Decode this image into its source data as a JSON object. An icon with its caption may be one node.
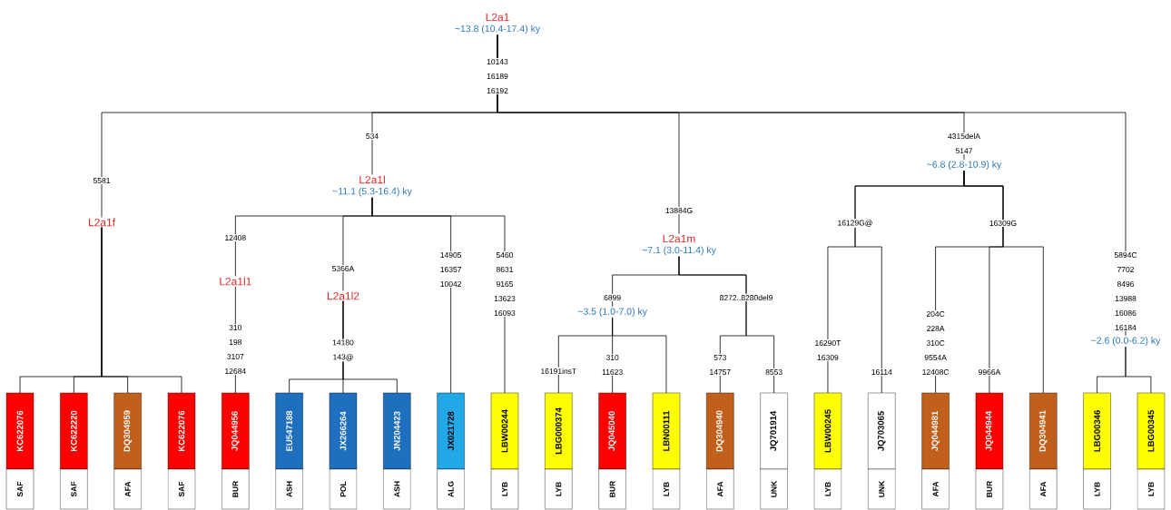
{
  "diagram": {
    "nodes": [
      {
        "text": [
          "L2a1",
          "~13.8 (10.4-17.4) ky"
        ]
      },
      {
        "text": [
          "L2a1l",
          "~11.1 (5.3-16.4) ky"
        ]
      },
      {
        "text": [
          "~6.8 (2.8-10.9) ky"
        ]
      },
      {
        "text": [
          "L2a1f"
        ]
      },
      {
        "text": [
          "L2a1m",
          "~7.1 (3.0-11.4) ky"
        ]
      },
      {
        "text": [
          "L2a1l1"
        ]
      },
      {
        "text": [
          "L2a1l2"
        ]
      },
      {
        "text": [
          "~3.5 (1.0-7.0) ky"
        ]
      },
      {
        "text": [
          "~2.6 (0.0-6.2) ky"
        ]
      },
      {
        "text": [
          "KC622076",
          "SAF"
        ]
      },
      {
        "text": [
          "KC622220",
          "SAF"
        ]
      },
      {
        "text": [
          "DQ304959",
          "AFA"
        ]
      },
      {
        "text": [
          "KC622076",
          "SAF"
        ]
      },
      {
        "text": [
          "JQ044956",
          "BUR"
        ]
      },
      {
        "text": [
          "EU547188",
          "ASH"
        ]
      },
      {
        "text": [
          "JX266264",
          "POL"
        ]
      },
      {
        "text": [
          "JN204423",
          "ASH"
        ]
      },
      {
        "text": [
          "JX021728",
          "ALG"
        ]
      },
      {
        "text": [
          "LBW00244",
          "LYB"
        ]
      },
      {
        "text": [
          "LBG000374",
          "LYB"
        ]
      },
      {
        "text": [
          "JQ045040",
          "BUR"
        ]
      },
      {
        "text": [
          "LBN00111",
          "LYB"
        ]
      },
      {
        "text": [
          "DQ304940",
          "AFA"
        ]
      },
      {
        "text": [
          "JQ701914",
          "UNK"
        ]
      },
      {
        "text": [
          "LBW00245",
          "LYB"
        ]
      },
      {
        "text": [
          "JQ703065",
          "UNK"
        ]
      },
      {
        "text": [
          "JQ044981",
          "AFA"
        ]
      },
      {
        "text": [
          "JQ044944",
          "BUR"
        ]
      },
      {
        "text": [
          "DQ304941",
          "AFA"
        ]
      },
      {
        "text": [
          "LBG00346",
          "LYB"
        ]
      },
      {
        "text": [
          "LBG00345",
          "LYB"
        ]
      }
    ],
    "edges": [
      {
        "from": 0,
        "to": 3,
        "arrow": "none",
        "label": "5581"
      },
      {
        "from": 0,
        "to": 1,
        "arrow": "none",
        "label": "534"
      },
      {
        "from": 0,
        "to": 4,
        "arrow": "none",
        "label": "13884G"
      },
      {
        "from": 0,
        "to": 2,
        "arrow": "none",
        "label": "4315delA 5147"
      },
      {
        "from": 0,
        "to": 8,
        "arrow": "none",
        "label": "5894C 7702 8496 13988 16086 16184"
      },
      {
        "from": 3,
        "to": 9,
        "arrow": "none"
      },
      {
        "from": 3,
        "to": 10,
        "arrow": "none"
      },
      {
        "from": 3,
        "to": 11,
        "arrow": "none"
      },
      {
        "from": 3,
        "to": 12,
        "arrow": "none"
      },
      {
        "from": 1,
        "to": 5,
        "arrow": "none",
        "label": "12408"
      },
      {
        "from": 5,
        "to": 13,
        "arrow": "none",
        "label": "310 198 3107 12684"
      },
      {
        "from": 1,
        "to": 6,
        "arrow": "none",
        "label": "5366A"
      },
      {
        "from": 6,
        "to": 14,
        "arrow": "none"
      },
      {
        "from": 6,
        "to": 15,
        "arrow": "none",
        "label": "14180 143@"
      },
      {
        "from": 6,
        "to": 16,
        "arrow": "none"
      },
      {
        "from": 1,
        "to": 17,
        "arrow": "none",
        "label": "14905 16357 10042"
      },
      {
        "from": 1,
        "to": 18,
        "arrow": "none",
        "label": "5460 8631 9165 13623 16093"
      },
      {
        "from": 4,
        "to": 7,
        "arrow": "none",
        "label": "6899"
      },
      {
        "from": 7,
        "to": 19,
        "arrow": "none",
        "label": "16191insT"
      },
      {
        "from": 7,
        "to": 20,
        "arrow": "none",
        "label": "310 11623"
      },
      {
        "from": 7,
        "to": 21,
        "arrow": "none"
      },
      {
        "from": 4,
        "to": 22,
        "arrow": "none",
        "label": "573 14757"
      },
      {
        "from": 4,
        "to": 23,
        "arrow": "none",
        "label": "8553"
      },
      {
        "from": 2,
        "to": 24,
        "arrow": "none",
        "label": "16290T 16309"
      },
      {
        "from": 2,
        "to": 25,
        "arrow": "none",
        "label": "16114"
      },
      {
        "from": 2,
        "to": 26,
        "arrow": "none",
        "label": "204C 228A 310C 9554A 12408C"
      },
      {
        "from": 2,
        "to": 27,
        "arrow": "none",
        "label": "9966A"
      },
      {
        "from": 2,
        "to": 28,
        "arrow": "none"
      },
      {
        "from": 8,
        "to": 29,
        "arrow": "none"
      },
      {
        "from": 8,
        "to": 30,
        "arrow": "none"
      }
    ],
    "labels": [
      "10143 16189 16192",
      "16129G@",
      "16309G",
      "8272..8280del9"
    ]
  }
}
